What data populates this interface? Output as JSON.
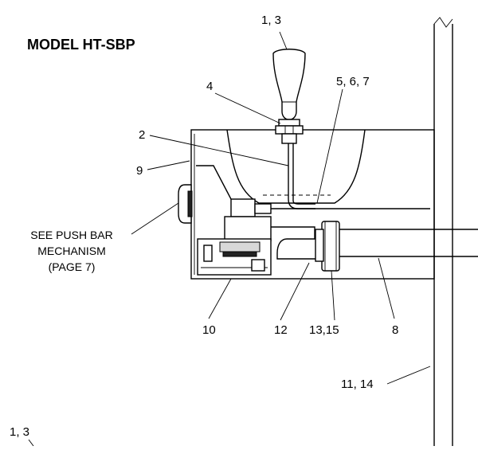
{
  "title": "MODEL HT-SBP",
  "callouts": {
    "c1": "1, 3",
    "c2": "2",
    "c4": "4",
    "c5": "5, 6, 7",
    "c8": "8",
    "c9": "9",
    "c10": "10",
    "c11": "11, 14",
    "c12": "12",
    "c13": "13,15",
    "c_bottom": "1, 3"
  },
  "note": {
    "line1": "SEE PUSH BAR",
    "line2": "MECHANISM",
    "line3": "(PAGE 7)"
  }
}
